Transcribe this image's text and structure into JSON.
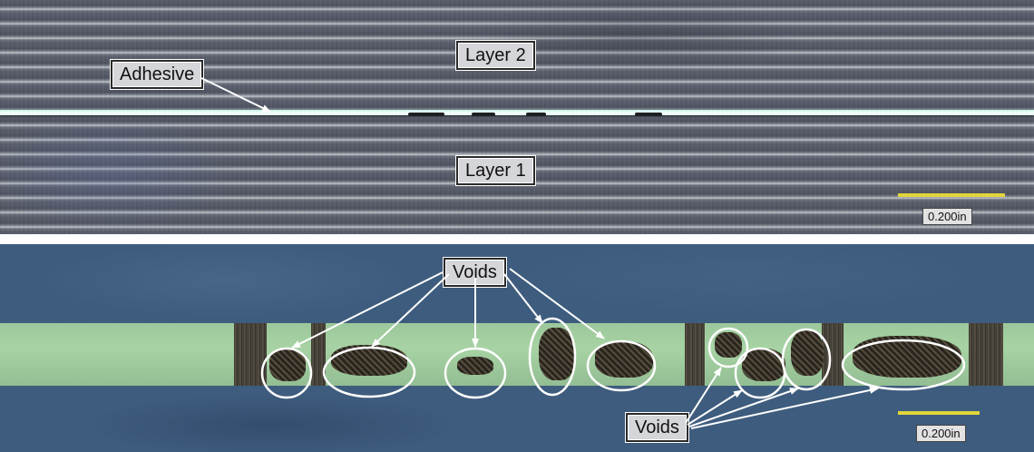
{
  "top": {
    "labels": {
      "layer2": "Layer 2",
      "layer1": "Layer 1",
      "adhesive": "Adhesive"
    },
    "scale": "0.200in"
  },
  "bottom": {
    "labels": {
      "voids_top": "Voids",
      "voids_bottom": "Voids"
    },
    "scale": "0.200in"
  },
  "colors": {
    "annotation": "#ffffff",
    "scale_bar": "#e1d53a",
    "specimen": "#9cc79b",
    "background_blue": "#3e5c7e"
  }
}
